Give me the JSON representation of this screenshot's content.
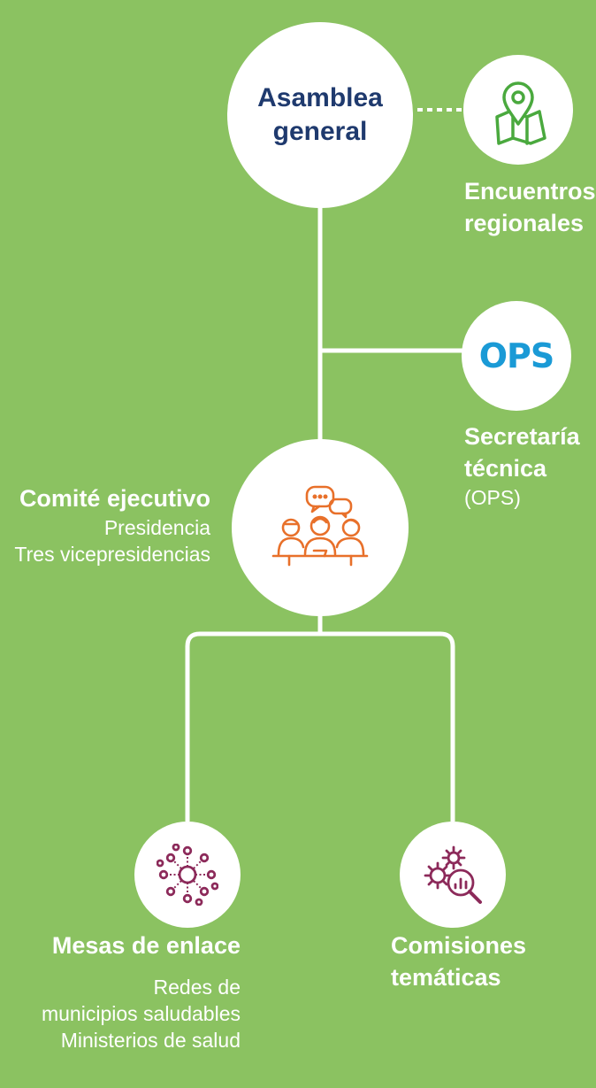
{
  "colors": {
    "background": "#8bc261",
    "node_fill": "#ffffff",
    "connector": "#ffffff",
    "title_text": "#1f3a6e",
    "map_icon": "#4aa93e",
    "ops_logo": "#1a9ad6",
    "team_icon": "#e8702a",
    "network_icon": "#8c2a5a"
  },
  "asamblea": {
    "line1": "Asamblea",
    "line2": "general"
  },
  "encuentros": {
    "line1": "Encuentros",
    "line2": "regionales",
    "icon": "map-pin-icon"
  },
  "secretaria": {
    "logo_text": "OPS",
    "line1": "Secretaría",
    "line2": "técnica",
    "sub": "(OPS)"
  },
  "comite": {
    "title": "Comité ejecutivo",
    "line1": "Presidencia",
    "line2": "Tres vicepresidencias",
    "icon": "team-meeting-icon"
  },
  "mesas": {
    "title": "Mesas de enlace",
    "line1": "Redes de",
    "line2": "municipios saludables",
    "line3": "Ministerios de salud",
    "icon": "network-icon"
  },
  "comisiones": {
    "line1": "Comisiones",
    "line2": "temáticas",
    "icon": "gears-analysis-icon"
  }
}
